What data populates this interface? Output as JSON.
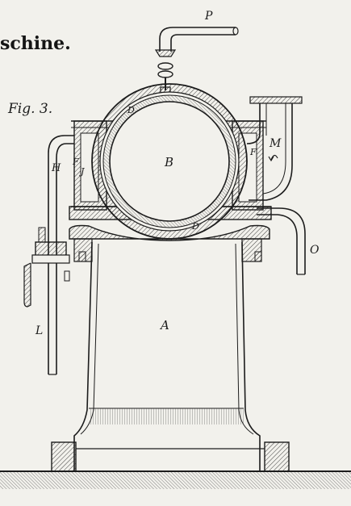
{
  "plate": {
    "title_fragment": "schine.",
    "figure_label": "Fig. 3."
  },
  "labels": {
    "P": "P",
    "B": "B",
    "A": "A",
    "D_top": "D",
    "D_bottom": "D",
    "H": "H",
    "F_left": "F",
    "J": "J",
    "F_right": "F",
    "M": "M",
    "L": "L",
    "O": "O"
  },
  "colors": {
    "paper": "#f2f1ec",
    "ink": "#1c1c1c"
  }
}
